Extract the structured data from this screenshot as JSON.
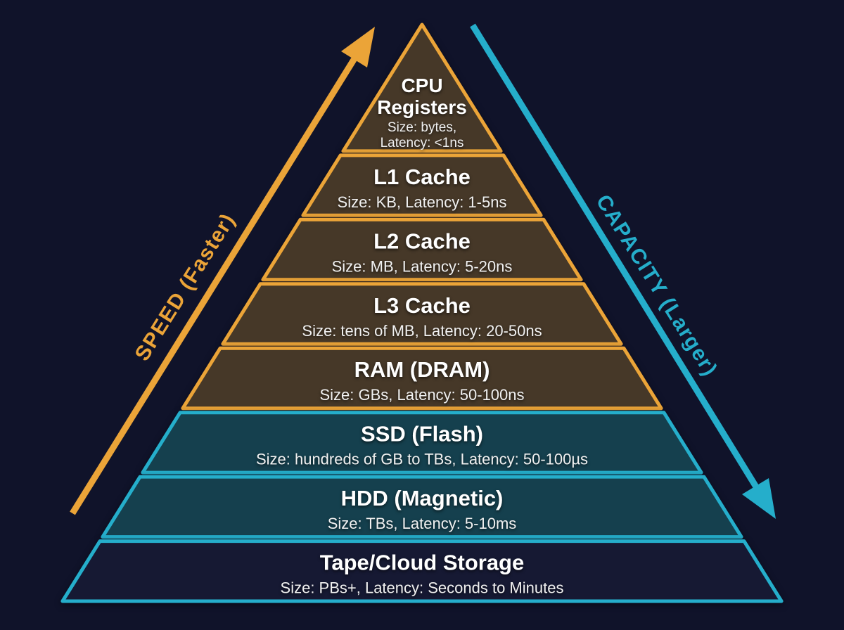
{
  "diagram": {
    "type": "pyramid",
    "subject": "memory-storage-hierarchy",
    "axes": {
      "speed_label": "SPEED (Faster)",
      "capacity_label": "CAPACITY (Larger)"
    },
    "colors": {
      "background": "#10132a",
      "speed_accent": "#EBA438",
      "capacity_accent": "#25AECB",
      "fast_level_fill": "#463828",
      "slow_level_fill": "#15404e",
      "base_level_fill": "#161933",
      "title_text": "#ffffff",
      "subtitle_text": "#f1f1f1"
    },
    "levels": [
      {
        "id": "cpu-registers",
        "title": "CPU Registers",
        "title_lines": [
          "CPU",
          "Registers"
        ],
        "subtitle": "Size: bytes, Latency: <1ns",
        "subtitle_lines": [
          "Size: bytes,",
          "Latency: <1ns"
        ],
        "size": "bytes",
        "latency": "<1ns",
        "group": "fast"
      },
      {
        "id": "l1-cache",
        "title": "L1 Cache",
        "subtitle": "Size: KB, Latency: 1-5ns",
        "size": "KB",
        "latency": "1-5ns",
        "group": "fast"
      },
      {
        "id": "l2-cache",
        "title": "L2 Cache",
        "subtitle": "Size: MB, Latency: 5-20ns",
        "size": "MB",
        "latency": "5-20ns",
        "group": "fast"
      },
      {
        "id": "l3-cache",
        "title": "L3 Cache",
        "subtitle": "Size: tens of MB, Latency: 20-50ns",
        "size": "tens of MB",
        "latency": "20-50ns",
        "group": "fast"
      },
      {
        "id": "ram-dram",
        "title": "RAM (DRAM)",
        "subtitle": "Size: GBs, Latency: 50-100ns",
        "size": "GBs",
        "latency": "50-100ns",
        "group": "fast"
      },
      {
        "id": "ssd-flash",
        "title": "SSD (Flash)",
        "subtitle": "Size: hundreds of GB to TBs, Latency: 50-100µs",
        "size": "hundreds of GB to TBs",
        "latency": "50-100µs",
        "group": "slow"
      },
      {
        "id": "hdd-magnetic",
        "title": "HDD (Magnetic)",
        "subtitle": "Size: TBs, Latency: 5-10ms",
        "size": "TBs",
        "latency": "5-10ms",
        "group": "slow"
      },
      {
        "id": "tape-cloud-storage",
        "title": "Tape/Cloud Storage",
        "subtitle": "Size: PBs+, Latency: Seconds to Minutes",
        "size": "PBs+",
        "latency": "Seconds to Minutes",
        "group": "base"
      }
    ]
  }
}
